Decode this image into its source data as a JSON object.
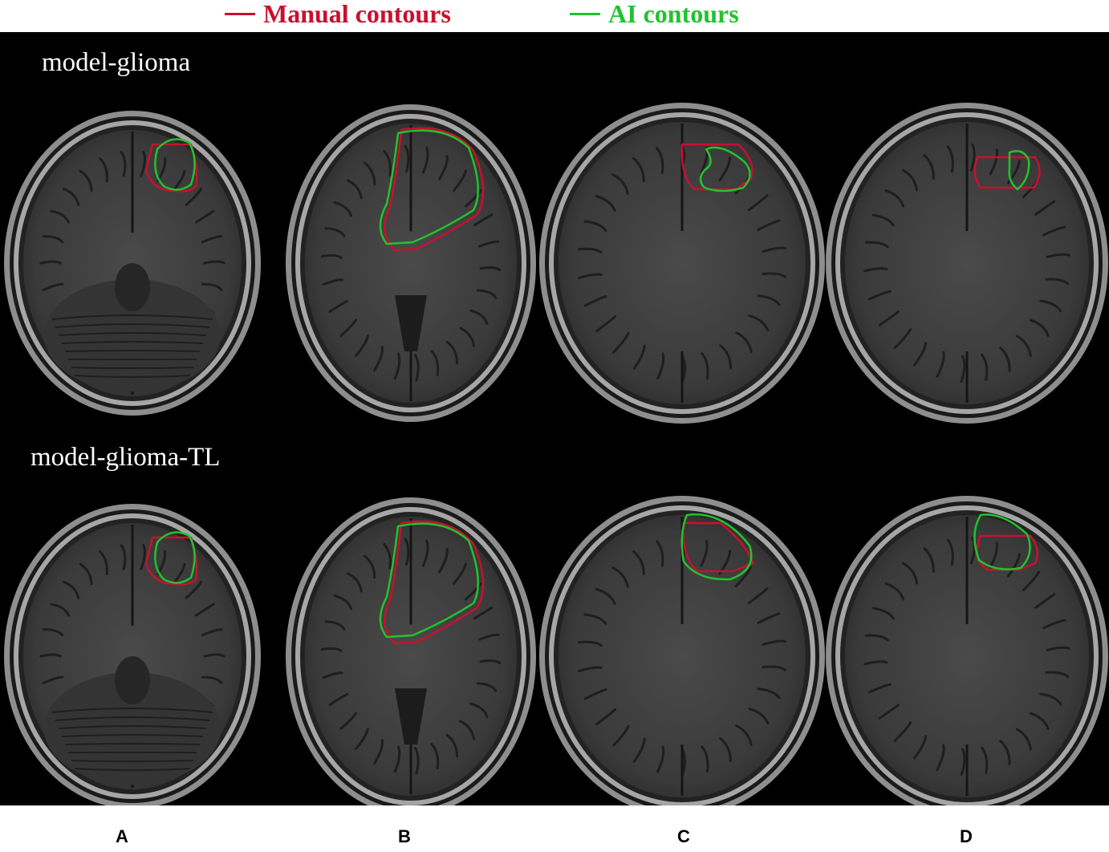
{
  "legend": {
    "manual": {
      "label": "Manual contours",
      "color": "#c8102e"
    },
    "ai": {
      "label": "AI contours",
      "color": "#22c22e"
    }
  },
  "rows": [
    {
      "label": "model-glioma"
    },
    {
      "label": "model-glioma-TL"
    }
  ],
  "columns": [
    {
      "label": "A"
    },
    {
      "label": "B"
    },
    {
      "label": "C"
    },
    {
      "label": "D"
    }
  ],
  "image_description_colors": {
    "background": "#000000",
    "brain_gray": "#3a3a3a",
    "skull": "#9a9a9a"
  }
}
